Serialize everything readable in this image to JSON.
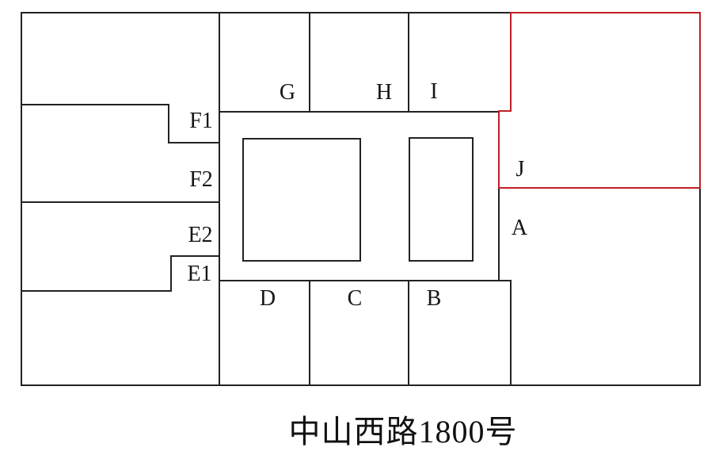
{
  "floor_plan": {
    "address_label": "中山西路1800号",
    "highlighted_unit": "J",
    "units": {
      "g": "G",
      "h": "H",
      "i": "I",
      "f1": "F1",
      "f2": "F2",
      "e2": "E2",
      "e1": "E1",
      "j": "J",
      "a": "A",
      "d": "D",
      "c": "C",
      "b": "B"
    },
    "colors": {
      "line": "#222222",
      "highlight": "#bf2026",
      "background": "#ffffff"
    }
  }
}
